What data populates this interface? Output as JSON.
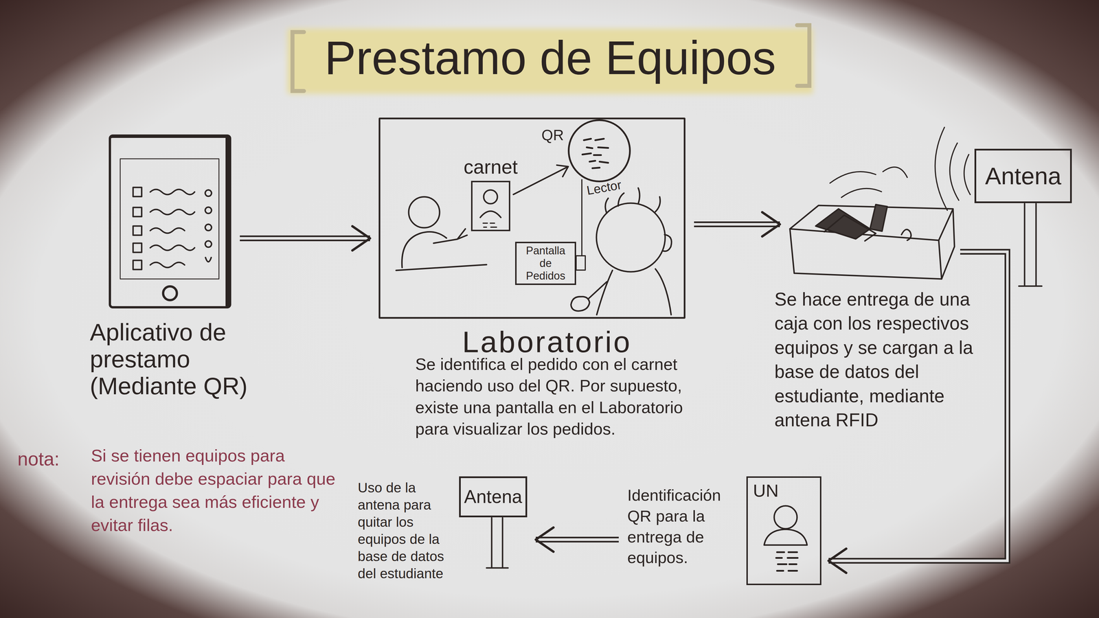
{
  "diagram": {
    "title": "Prestamo de Equipos",
    "nodes": [
      {
        "text": [
          "Aplicativo de prestamo (Mediante QR)"
        ]
      },
      {
        "text": [
          "Laboratorio",
          "Se identifica el pedido con el carnet haciendo uso del QR. Por supuesto, existe una pantalla en el Laboratorio para visualizar los pedidos."
        ]
      },
      {
        "text": [
          "carnet"
        ],
        "in": 1
      },
      {
        "text": [
          "QR"
        ],
        "in": 1
      },
      {
        "text": [
          "Pantalla de Pedidos"
        ],
        "in": 1
      },
      {
        "text": [
          "Se hace entrega de una caja con los respectivos equipos y se cargan a la base de datos del estudiante, mediante antena RFID"
        ]
      },
      {
        "text": [
          "Antena"
        ]
      },
      {
        "text": [
          "Identificación QR para la entrega de equipos.",
          "UN"
        ]
      },
      {
        "text": [
          "Antena",
          "Uso de la antena para quitar los equipos de la base de datos del estudiante"
        ]
      }
    ],
    "edges": [
      {
        "from": 0,
        "to": 1,
        "arrow": "to"
      },
      {
        "from": 2,
        "to": 3,
        "arrow": "to"
      },
      {
        "from": 1,
        "to": 5,
        "arrow": "to"
      },
      {
        "from": 5,
        "to": 7,
        "arrow": "to"
      },
      {
        "from": 7,
        "to": 8,
        "arrow": "to"
      }
    ],
    "labels": [
      "Lector",
      "nota:",
      "Si se tienen equipos para revisión debe espaciar para que la entrega sea más eficiente y evitar filas."
    ]
  }
}
